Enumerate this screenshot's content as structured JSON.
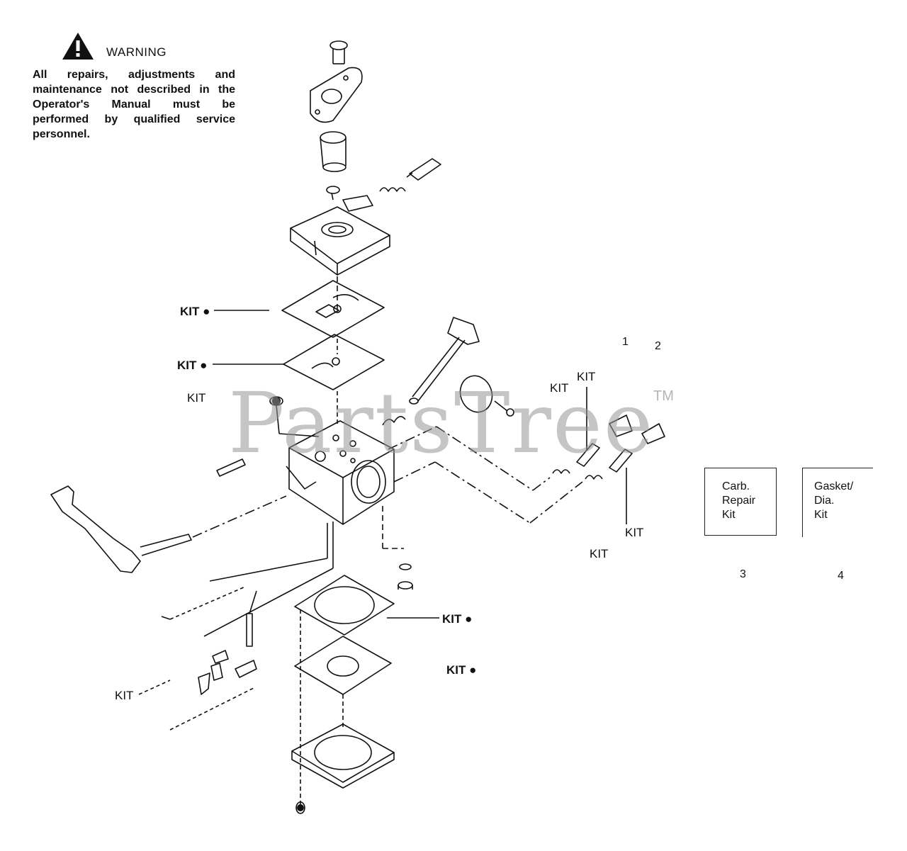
{
  "watermark": {
    "brand": "PartsTree",
    "tm": "TM"
  },
  "warning": {
    "title": "WARNING",
    "body": "All repairs, adjustments and maintenance not described in the Operator's Manual must be performed by qualified service personnel.",
    "icon": "warning-triangle-icon"
  },
  "callouts": {
    "kit_dot_1": "KIT ●",
    "kit_dot_2": "KIT ●",
    "kit_plain_1": "KIT",
    "kit_mid_1": "KIT",
    "kit_mid_2": "KIT",
    "kit_right_1": "KIT",
    "kit_right_2": "KIT",
    "kit_dot_3": "KIT ●",
    "kit_dot_4": "KIT ●",
    "kit_left_bottom": "KIT"
  },
  "legend": {
    "num1": "1",
    "num2": "2",
    "num3": "3",
    "num4": "4",
    "carb_kit": {
      "line1": "Carb.",
      "line2": "Repair",
      "line3": "Kit"
    },
    "gasket_kit": {
      "line1": "Gasket/",
      "line2": "Dia.",
      "line3": "Kit"
    }
  }
}
